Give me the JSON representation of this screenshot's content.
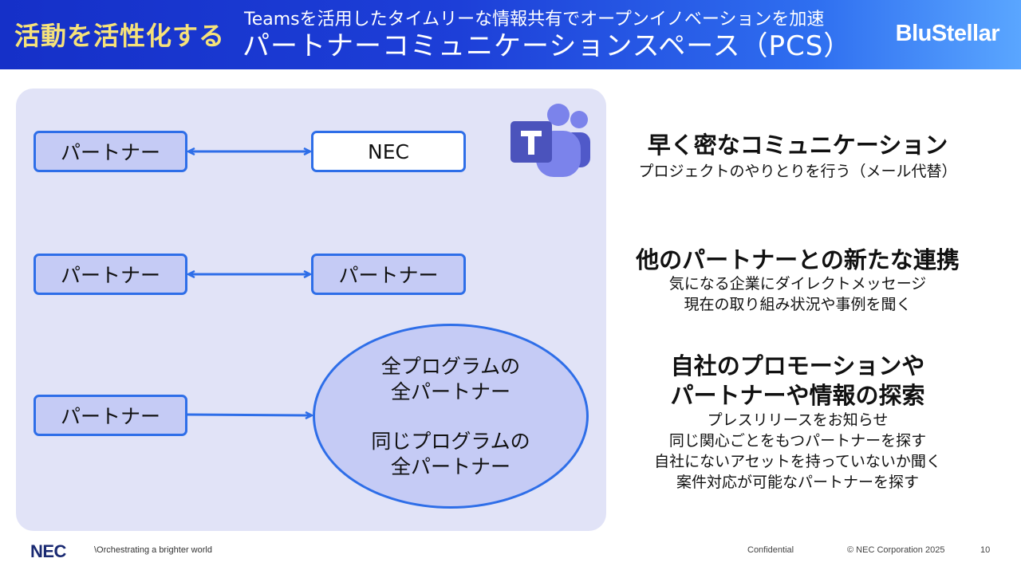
{
  "header": {
    "activity": "活動を活性化する",
    "subtitle": "Teamsを活用したタイムリーな情報共有でオープンイノベーションを加速",
    "title": "パートナーコミュニケーションスペース（PCS）",
    "brand": "BluStellar"
  },
  "diagram": {
    "row1": {
      "left": "パートナー",
      "right": "NEC"
    },
    "row2": {
      "left": "パートナー",
      "right": "パートナー"
    },
    "row3": {
      "left": "パートナー",
      "oval_line1": "全プログラムの",
      "oval_line2": "全パートナー",
      "oval_line3": "同じプログラムの",
      "oval_line4": "全パートナー"
    },
    "logo_icon": "teams-logo-icon"
  },
  "benefits": [
    {
      "heading": "早く密なコミュニケーション",
      "lines": [
        "プロジェクトのやりとりを行う（メール代替）"
      ]
    },
    {
      "heading": "他のパートナーとの新たな連携",
      "lines": [
        "気になる企業にダイレクトメッセージ",
        "現在の取り組み状況や事例を聞く"
      ]
    },
    {
      "heading_line1": "自社のプロモーションや",
      "heading_line2": "パートナーや情報の探索",
      "lines": [
        "プレスリリースをお知らせ",
        "同じ関心ごとをもつパートナーを探す",
        "自社にないアセットを持っていないか聞く",
        "案件対応が可能なパートナーを探す"
      ]
    }
  ],
  "footer": {
    "logo": "NEC",
    "tagline": "\\Orchestrating a brighter world",
    "confidential": "Confidential",
    "copyright": "© NEC Corporation 2025",
    "page": "10"
  },
  "colors": {
    "header_blue": "#1d3fd8",
    "accent_blue": "#2e6ee8",
    "box_fill": "#c5cbf5",
    "panel": "#e1e3f7",
    "activity_yellow": "#f6e27a"
  }
}
